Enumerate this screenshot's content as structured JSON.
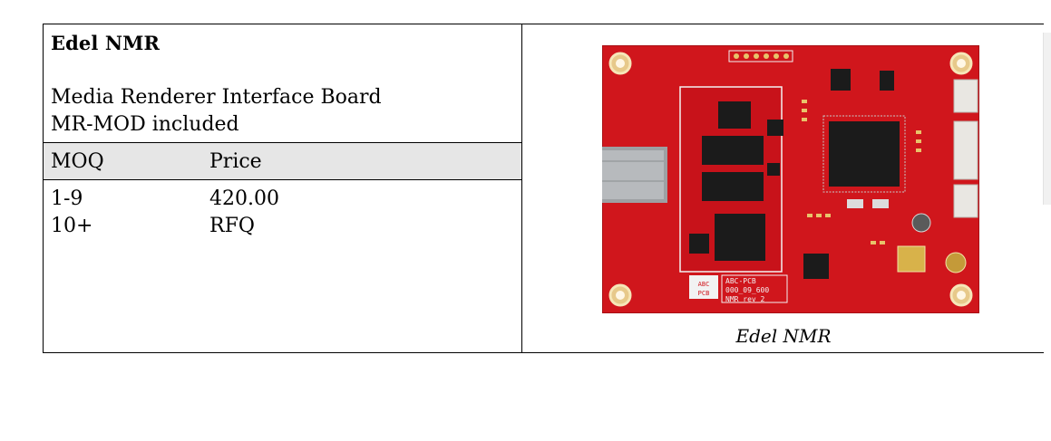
{
  "product": {
    "name": "Edel NMR",
    "description_lines": [
      "Media Renderer Interface Board",
      "MR-MOD included"
    ]
  },
  "pricing": {
    "headers": {
      "moq": "MOQ",
      "price": "Price"
    },
    "rows": [
      {
        "moq": "1-9",
        "price": "420.00"
      },
      {
        "moq": "10+",
        "price": "RFQ"
      }
    ]
  },
  "image": {
    "caption": "Edel NMR",
    "pcb_labels": [
      "ABC-PCB",
      "000_09_600",
      "NMR rev 2"
    ],
    "logo_text": "ABC PCB",
    "board_color": "#d0161c",
    "silkscreen_color": "#f2f2f2"
  }
}
